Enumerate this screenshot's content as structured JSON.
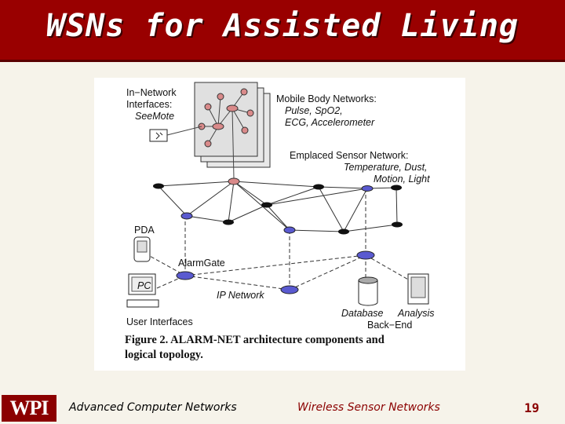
{
  "slide": {
    "title": "WSNs for Assisted Living"
  },
  "figure": {
    "labels": {
      "in_network_1": "In−Network",
      "in_network_2": "Interfaces:",
      "in_network_3": "SeeMote",
      "mbn_1": "Mobile Body Networks:",
      "mbn_2": "Pulse, SpO2,",
      "mbn_3": "ECG, Accelerometer",
      "esn_1": "Emplaced Sensor Network:",
      "esn_2": "Temperature, Dust,",
      "esn_3": "Motion, Light",
      "pda": "PDA",
      "alarmgate": "AlarmGate",
      "pc": "PC",
      "ip_network": "IP Network",
      "user_interfaces": "User Interfaces",
      "database": "Database",
      "analysis": "Analysis",
      "backend": "Back−End"
    },
    "caption_line1": "Figure 2.   ALARM-NET architecture components and",
    "caption_line2": "logical topology."
  },
  "footer": {
    "logo": "WPI",
    "left": "Advanced Computer Networks",
    "center": "Wireless Sensor Networks",
    "page": "19"
  }
}
